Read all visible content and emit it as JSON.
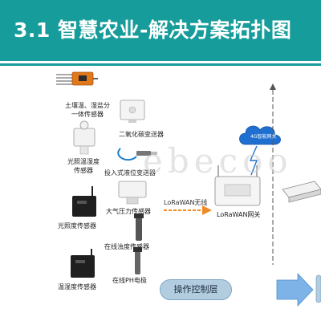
{
  "header": {
    "title": "3.1 智慧农业-解决方案拓扑图"
  },
  "sensors": [
    {
      "key": "soil",
      "label_line1": "土壤温、湿盐分",
      "label_line2": "一体传感器"
    },
    {
      "key": "co2",
      "label": "二氧化碳变送器"
    },
    {
      "key": "light_temp_hum",
      "label_line1": "光照温湿度",
      "label_line2": "传感器"
    },
    {
      "key": "level",
      "label": "投入式液位变送器"
    },
    {
      "key": "pressure",
      "label": "大气压力传感器"
    },
    {
      "key": "illuminance",
      "label": "光照度传感器"
    },
    {
      "key": "turbidity",
      "label": "在线浊度传感器"
    },
    {
      "key": "temp_hum",
      "label": "温湿度传感器"
    },
    {
      "key": "ph",
      "label": "在线PH电极"
    }
  ],
  "network": {
    "wireless_label": "LoRaWAN无线",
    "gateway_label": "LoRaWAN网关",
    "cloud_label": "4G智能网关"
  },
  "control": {
    "layer_label": "操作控制层"
  },
  "watermark": "ebecoo",
  "colors": {
    "header_bg": "#169c9a",
    "accent_orange": "#f08a24",
    "cloud_blue": "#1f6fd1",
    "pill_fill": "#b3cde0",
    "arrow_fill": "#7eb3e8"
  }
}
